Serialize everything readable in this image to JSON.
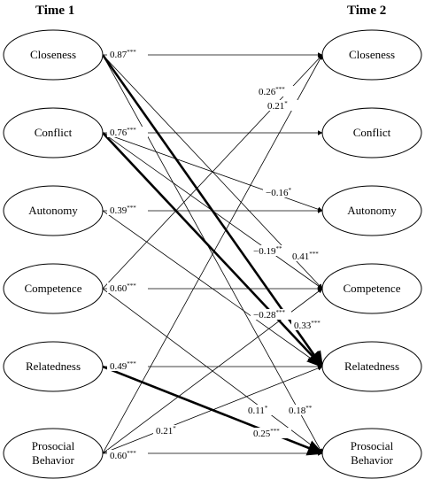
{
  "headings": {
    "time1": "Time 1",
    "time2": "Time 2"
  },
  "nodes_t1": [
    {
      "id": "closeness",
      "lines": [
        "Closeness"
      ]
    },
    {
      "id": "conflict",
      "lines": [
        "Conflict"
      ]
    },
    {
      "id": "autonomy",
      "lines": [
        "Autonomy"
      ]
    },
    {
      "id": "competence",
      "lines": [
        "Competence"
      ]
    },
    {
      "id": "relatedness",
      "lines": [
        "Relatedness"
      ]
    },
    {
      "id": "prosocial",
      "lines": [
        "Prosocial",
        "Behavior"
      ]
    }
  ],
  "nodes_t2": [
    {
      "id": "closeness",
      "lines": [
        "Closeness"
      ]
    },
    {
      "id": "conflict",
      "lines": [
        "Conflict"
      ]
    },
    {
      "id": "autonomy",
      "lines": [
        "Autonomy"
      ]
    },
    {
      "id": "competence",
      "lines": [
        "Competence"
      ]
    },
    {
      "id": "relatedness",
      "lines": [
        "Relatedness"
      ]
    },
    {
      "id": "prosocial",
      "lines": [
        "Prosocial",
        "Behavior"
      ]
    }
  ],
  "paths": [
    {
      "from": "closeness",
      "to": "closeness",
      "label": "0.87",
      "sig": "***",
      "bold": false
    },
    {
      "from": "closeness",
      "to": "relatedness",
      "label": "",
      "sig": "",
      "bold": true
    },
    {
      "from": "closeness",
      "to": "competence",
      "label": "0.41",
      "sig": "***",
      "bold": false
    },
    {
      "from": "closeness",
      "to": "prosocial",
      "label": "0.18",
      "sig": "**",
      "bold": false
    },
    {
      "from": "conflict",
      "to": "conflict",
      "label": "0.76",
      "sig": "***",
      "bold": false
    },
    {
      "from": "conflict",
      "to": "autonomy",
      "label": "−0.16",
      "sig": "*",
      "bold": false
    },
    {
      "from": "conflict",
      "to": "competence",
      "label": "−0.19",
      "sig": "**",
      "bold": false
    },
    {
      "from": "conflict",
      "to": "relatedness",
      "label": "−0.28",
      "sig": "***",
      "bold": true
    },
    {
      "from": "autonomy",
      "to": "autonomy",
      "label": "0.39",
      "sig": "***",
      "bold": false
    },
    {
      "from": "competence",
      "to": "competence",
      "label": "0.60",
      "sig": "***",
      "bold": false
    },
    {
      "from": "competence",
      "to": "closeness",
      "label": "0.26",
      "sig": "***",
      "bold": false
    },
    {
      "from": "competence",
      "to": "prosocial",
      "label": "0.11",
      "sig": "*",
      "bold": false
    },
    {
      "from": "relatedness",
      "to": "relatedness",
      "label": "0.49",
      "sig": "***",
      "bold": false
    },
    {
      "from": "relatedness",
      "to": "prosocial",
      "label": "0.25",
      "sig": "***",
      "bold": true
    },
    {
      "from": "prosocial",
      "to": "prosocial",
      "label": "0.60",
      "sig": "***",
      "bold": false
    },
    {
      "from": "prosocial",
      "to": "closeness",
      "label": "0.21",
      "sig": "*",
      "bold": false
    },
    {
      "from": "prosocial",
      "to": "relatedness",
      "label": "0.21",
      "sig": "*",
      "bold": false
    },
    {
      "from": "prosocial",
      "to": "competence",
      "label": "",
      "sig": "",
      "bold": false
    },
    {
      "from": "autonomy",
      "to": "relatedness",
      "label": "0.33",
      "sig": "***",
      "bold": false
    }
  ]
}
